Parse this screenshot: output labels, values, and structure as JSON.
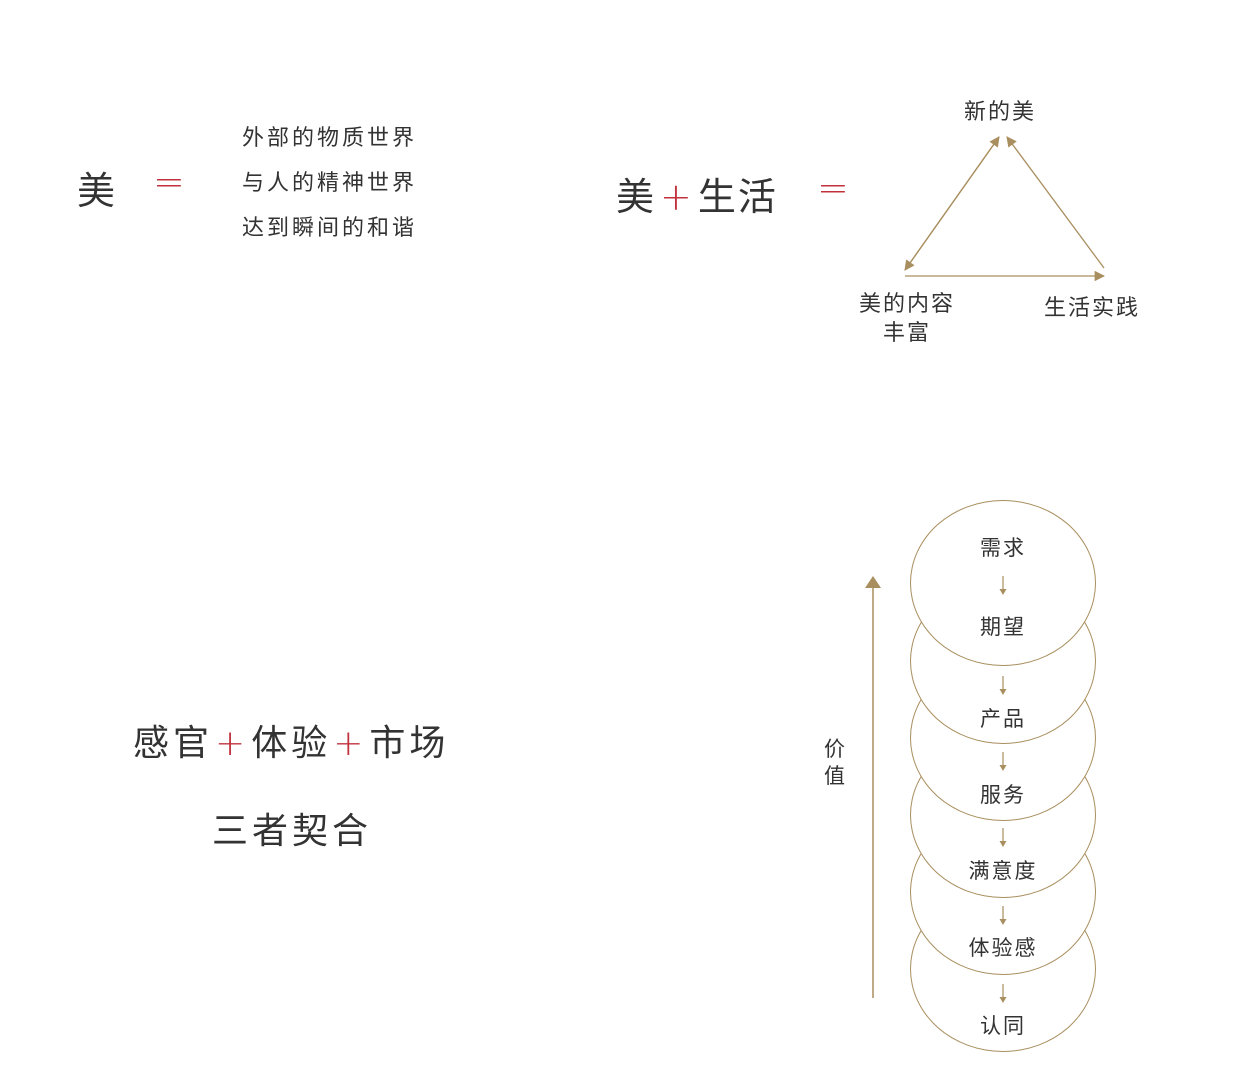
{
  "section1": {
    "lhs": "美",
    "op": "=",
    "lines": [
      "外部的物质世界",
      "与人的精神世界",
      "达到瞬间的和谐"
    ]
  },
  "section2": {
    "lhs_a": "美",
    "plus": "+",
    "lhs_b": "生活",
    "op": "=",
    "triangle": {
      "top": "新的美",
      "bottom_left_line1": "美的内容",
      "bottom_left_line2": "丰富",
      "bottom_right": "生活实践"
    }
  },
  "section3": {
    "part1": "感官",
    "plus1": "+",
    "part2": "体验",
    "plus2": "+",
    "part3": "市场",
    "subtitle": "三者契合"
  },
  "section4": {
    "axis_label_line1": "价",
    "axis_label_line2": "值",
    "steps": [
      "需求",
      "期望",
      "产品",
      "服务",
      "满意度",
      "体验感",
      "认同"
    ]
  },
  "colors": {
    "accent_red": "#c0313c",
    "line_gold": "#a98f5f",
    "text": "#333333"
  }
}
